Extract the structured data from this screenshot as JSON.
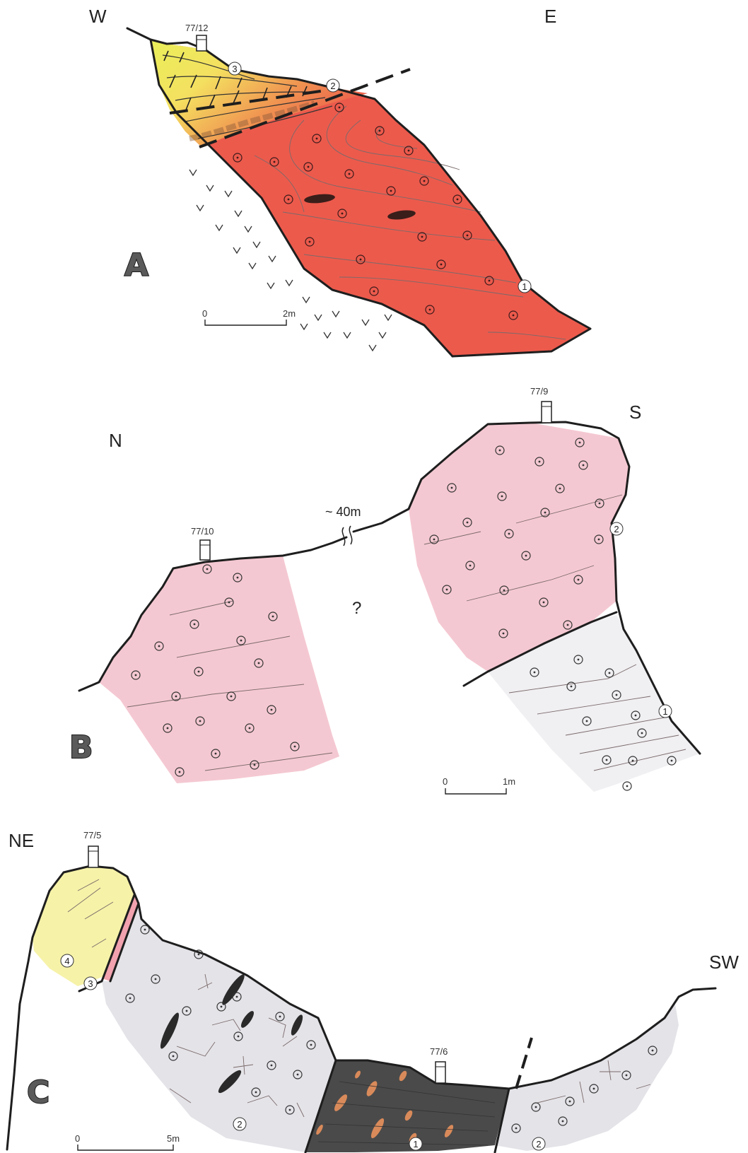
{
  "panels": {
    "a": {
      "letter": "A",
      "orient_left": "W",
      "orient_right": "E",
      "marker_label": "77/12",
      "units": [
        "1",
        "2",
        "3"
      ],
      "scale": {
        "zero": "0",
        "length": "2m"
      }
    },
    "b": {
      "letter": "B",
      "orient_left": "N",
      "orient_right": "S",
      "marker_left_label": "77/10",
      "marker_right_label": "77/9",
      "gap_label": "~ 40m",
      "unknown_label": "?",
      "units": [
        "1",
        "2"
      ],
      "scale": {
        "zero": "0",
        "length": "1m"
      }
    },
    "c": {
      "letter": "C",
      "orient_left": "NE",
      "orient_right": "SW",
      "marker_left_label": "77/5",
      "marker_mid_label": "77/6",
      "units": [
        "1",
        "2",
        "2",
        "3",
        "4"
      ],
      "scale": {
        "zero": "0",
        "length": "5m"
      }
    }
  },
  "colors": {
    "red_bed": "#ec5a4c",
    "yellow_bed": "#f2ec70",
    "pink_bed": "#f4c8d2",
    "light_grey_bed": "#f0eff2",
    "grey_bed": "#e4e3e8",
    "dark_bed": "#4a4a4a",
    "pale_yellow_bed": "#f6f2a8",
    "clast_orange": "#d98a5a"
  }
}
